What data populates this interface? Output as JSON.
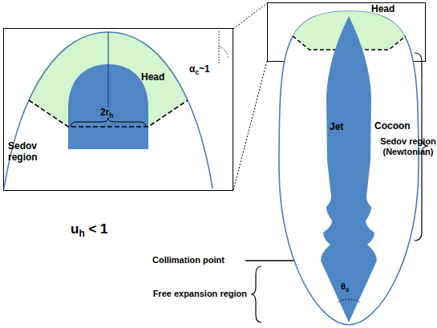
{
  "diagram": {
    "nodes": [
      {
        "text": [
          "Head"
        ]
      },
      {
        "text": [
          "Cocoon"
        ]
      },
      {
        "text": [
          "Head"
        ],
        "in": 1
      },
      {
        "text": [
          "Jet"
        ],
        "in": 1
      }
    ],
    "labels": [
      "αc~1",
      "2rh",
      "Sedov region",
      "Sedov region (Newtonian)",
      "uh < 1",
      "Collimation point",
      "θ0",
      "Free expansion region"
    ]
  }
}
